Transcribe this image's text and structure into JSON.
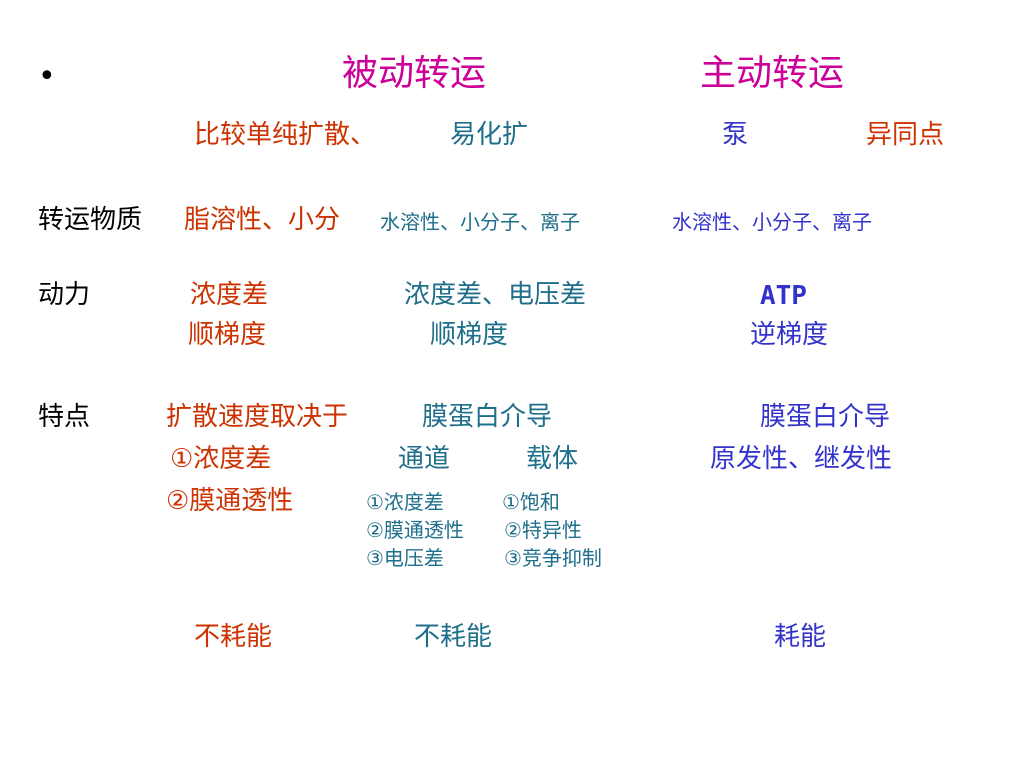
{
  "slide": {
    "bullet": "•",
    "header": {
      "passive": "被动转运",
      "active": "主动转运"
    },
    "subheader": {
      "simple_diffusion": "比较单纯扩散、",
      "facilitated": "易化扩",
      "pump": "泵",
      "similarities_differences": "异同点"
    },
    "rows": {
      "substance": {
        "label": "转运物质",
        "simple": "脂溶性、小分",
        "facilitated": "水溶性、小分子、离子",
        "pump": "水溶性、小分子、离子"
      },
      "driving_force": {
        "label": "动力",
        "simple_1": "浓度差",
        "facilitated_1": "浓度差、电压差",
        "pump_1": "ATP",
        "simple_2": "顺梯度",
        "facilitated_2": "顺梯度",
        "pump_2": "逆梯度"
      },
      "features": {
        "label": "特点",
        "simple_1": "扩散速度取决于",
        "simple_2": "①浓度差",
        "simple_3": "②膜通透性",
        "facilitated_1": "膜蛋白介导",
        "channel": "通道",
        "carrier": "载体",
        "channel_items": [
          "①浓度差",
          "②膜通透性",
          "③电压差"
        ],
        "carrier_items": [
          "①饱和",
          "②特异性",
          "③竞争抑制"
        ],
        "pump_1": "膜蛋白介导",
        "pump_2": "原发性、继发性"
      },
      "energy": {
        "simple": "不耗能",
        "facilitated": "不耗能",
        "pump": "耗能"
      }
    }
  }
}
